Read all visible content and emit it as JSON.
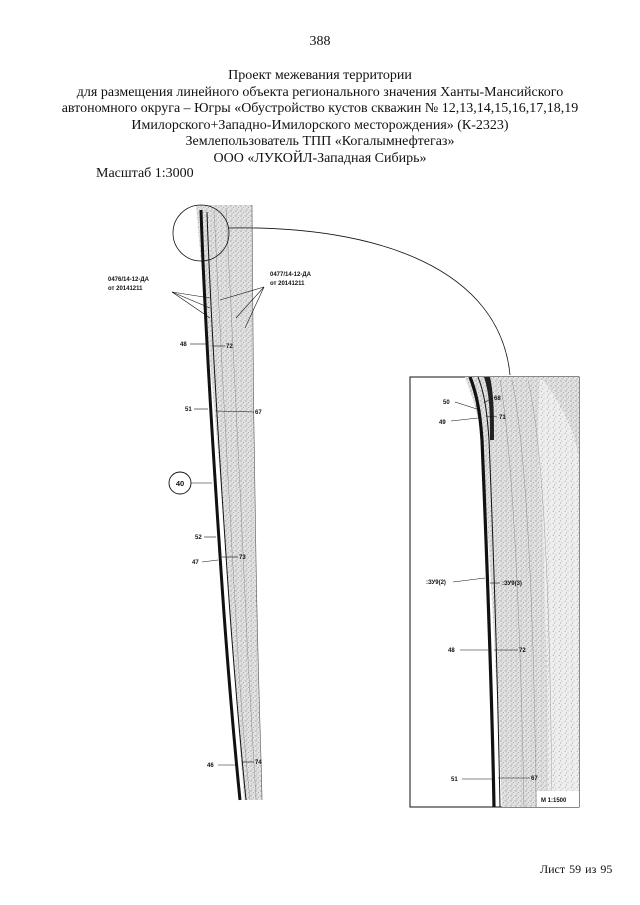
{
  "page_number": "388",
  "header": {
    "lines": [
      "Проект межевания территории",
      "для размещения линейного объекта регионального значения Ханты-Мансийского",
      "автономного округа – Югры «Обустройство кустов скважин № 12,13,14,15,16,17,18,19",
      "Имилорского+Западно-Имилорского месторождения» (К-2323)",
      "Землепользователь ТПП «Когалымнефтегаз»",
      "ООО «ЛУКОЙЛ-Западная Сибирь»"
    ]
  },
  "scale": "Масштаб 1:3000",
  "main_map": {
    "doc_left": {
      "number": "0476/14-12-ДА",
      "date": "от 20141211"
    },
    "doc_right": {
      "number": "0477/14-12-ДА",
      "date": "от 20141211"
    },
    "circled_label": "40",
    "points": {
      "p48": "48",
      "p72": "72",
      "p51": "51",
      "p67": "67",
      "p52": "52",
      "p47": "47",
      "p73": "73",
      "p46": "46",
      "p74": "74"
    }
  },
  "inset_map": {
    "scale": "М 1:1500",
    "points": {
      "p50": "50",
      "p68": "68",
      "p49": "49",
      "p71": "71",
      "p48": "48",
      "p72": "72",
      "p51": "51",
      "p67": "67"
    },
    "parcel_left": ":ЗУ9(2)",
    "parcel_right": ":ЗУ9(3)"
  },
  "sheet": {
    "label": "Лист",
    "number": "59",
    "of_label": "из",
    "total": "95"
  }
}
